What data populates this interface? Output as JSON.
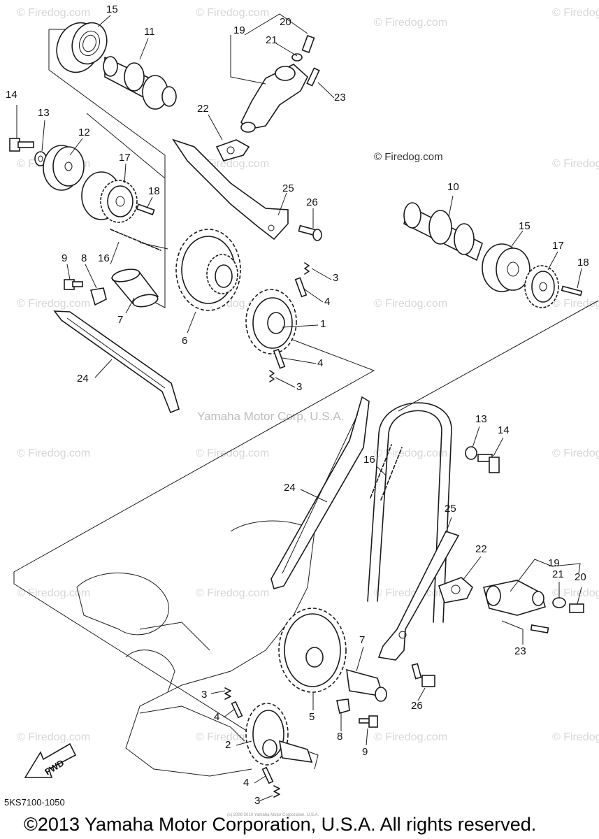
{
  "watermark": "© Firedog.com",
  "center_watermark": "Yamaha Motor Corp, U.S.A.",
  "diagram_code": "5KS7100-1050",
  "tiny_note": "(c) 2009 2010 Yamaha Motor Corporation, U.S.A.",
  "copyright": "©2013 Yamaha Motor Corporation, U.S.A. All rights reserved.",
  "fwd_label": "FWD",
  "callouts": {
    "c15a": "15",
    "c11": "11",
    "c19a": "19",
    "c20a": "20",
    "c21a": "21",
    "c23a": "23",
    "c22a": "22",
    "c14a": "14",
    "c13a": "13",
    "c12": "12",
    "c17a": "17",
    "c18a": "18",
    "c25a": "25",
    "c26a": "26",
    "c10": "10",
    "c15b": "15",
    "c17b": "17",
    "c18b": "18",
    "c9a": "9",
    "c8a": "8",
    "c16a": "16",
    "c7a": "7",
    "c6": "6",
    "c3a": "3",
    "c4a": "4",
    "c1": "1",
    "c4b": "4",
    "c3b": "3",
    "c24a": "24",
    "c13b": "13",
    "c14b": "14",
    "c16b": "16",
    "c24b": "24",
    "c25b": "25",
    "c22b": "22",
    "c19b": "19",
    "c21b": "21",
    "c20b": "20",
    "c23b": "23",
    "c7b": "7",
    "c26b": "26",
    "c3c": "3",
    "c4c": "4",
    "c2": "2",
    "c5": "5",
    "c8b": "8",
    "c9b": "9",
    "c4d": "4",
    "c3d": "3"
  }
}
